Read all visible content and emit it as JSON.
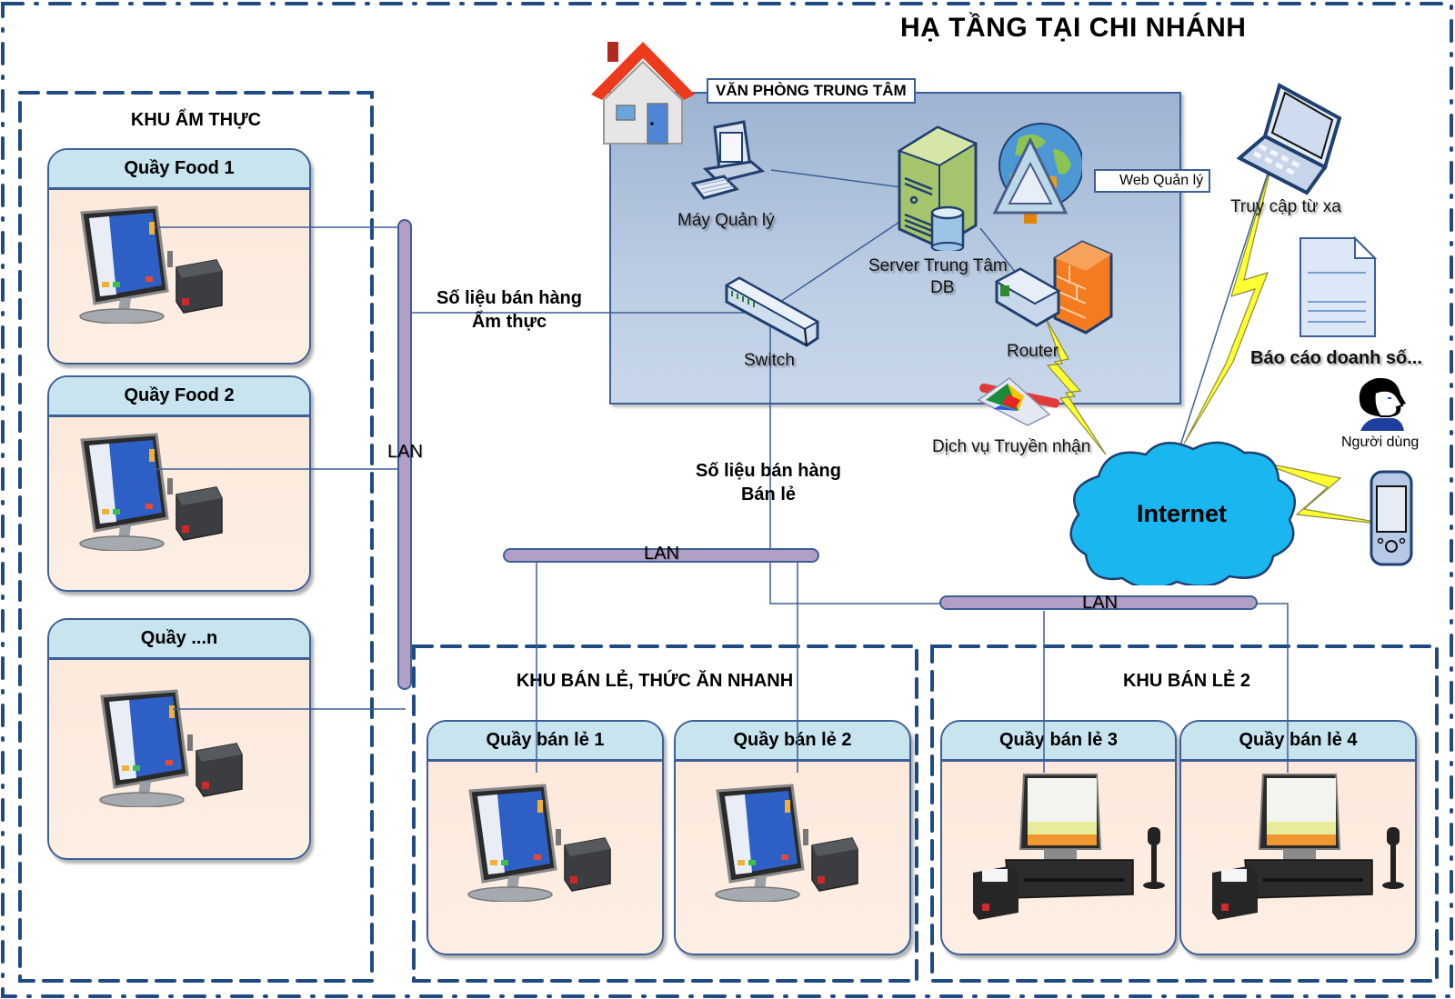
{
  "title": "HẠ TẦNG TẠI CHI NHÁNH",
  "central_office": {
    "label": "VĂN PHÒNG TRUNG TÂM",
    "web_label": "Web Quản lý",
    "devices": {
      "manager_pc": "Máy Quản lý",
      "server_line1": "Server Trung Tâm",
      "server_line2": "DB",
      "switch": "Switch",
      "router": "Router"
    }
  },
  "external": {
    "remote_access": "Truy cập từ xa",
    "sales_report": "Báo cáo doanh số...",
    "user": "Người dùng",
    "transfer_service": "Dịch vụ Truyền nhận",
    "internet": "Internet"
  },
  "flows": {
    "food_line1": "Số liệu bán hàng",
    "food_line2": "Ẩm thực",
    "retail_line1": "Số liệu bán hàng",
    "retail_line2": "Bán lẻ"
  },
  "lan_label": "LAN",
  "zones": [
    {
      "title": "KHU ẨM THỰC",
      "counters": [
        "Quầy Food 1",
        "Quầy Food 2",
        "Quầy ...n"
      ]
    },
    {
      "title": "KHU BÁN LẺ, THỨC ĂN NHANH",
      "counters": [
        "Quầy bán lẻ 1",
        "Quầy bán lẻ 2"
      ]
    },
    {
      "title": "KHU BÁN LẺ 2",
      "counters": [
        "Quầy bán lẻ 3",
        "Quầy bán lẻ 4"
      ]
    }
  ],
  "colors": {
    "frame": "#1f4a82",
    "office_fill": "#a9bdd9",
    "counter_header": "#c8e4ee",
    "counter_body": "#fdece0",
    "lan_bus": "#b29fc6",
    "lightning": "#ffff33",
    "cloud": "#1ab8ee"
  }
}
